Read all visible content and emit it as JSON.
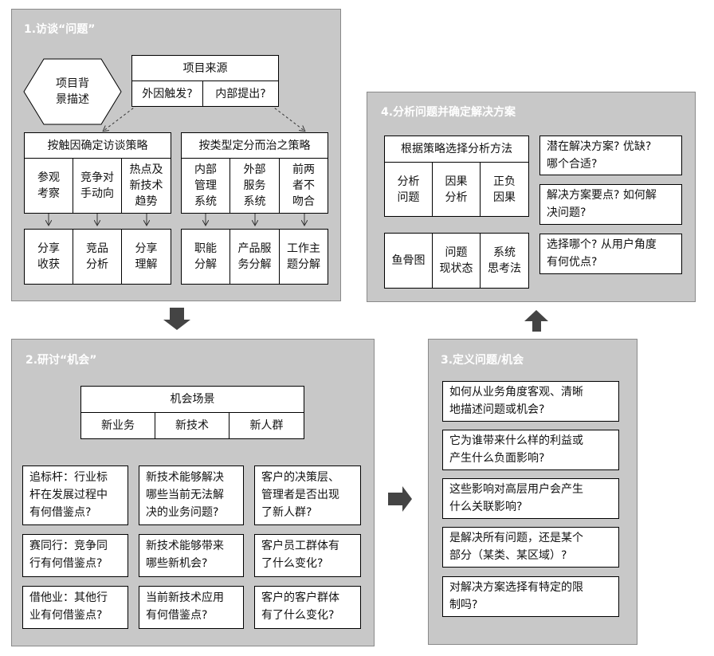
{
  "panel1": {
    "title": "1.访谈“问题”",
    "hexagon": "项目背\n景描述",
    "source": {
      "title": "项目来源",
      "left": "外因触发?",
      "right": "内部提出?"
    },
    "strategy_left": {
      "title": "按触因确定访谈策略",
      "cols": [
        "参观\n考察",
        "竞争对\n手动向",
        "热点及\n新技术\n趋势"
      ],
      "outs": [
        "分享\n收获",
        "竞品\n分析",
        "分享\n理解"
      ]
    },
    "strategy_right": {
      "title": "按类型定分而治之策略",
      "cols": [
        "内部\n管理\n系统",
        "外部\n服务\n系统",
        "前两\n者不\n吻合"
      ],
      "outs": [
        "职能\n分解",
        "产品服\n务分解",
        "工作主\n题分解"
      ]
    }
  },
  "panel2": {
    "title": "2.研讨“机会”",
    "scene": {
      "title": "机会场景",
      "cols": [
        "新业务",
        "新技术",
        "新人群"
      ]
    },
    "col1": [
      "追标杆：行业标\n杆在发展过程中\n有何借鉴点?",
      "赛同行：竞争同\n行有何借鉴点?",
      "借他业：其他行\n业有何借鉴点?"
    ],
    "col2": [
      "新技术能够解决\n哪些当前无法解\n决的业务问题?",
      "新技术能够带来\n哪些新机会?",
      "当前新技术应用\n有何借鉴点?"
    ],
    "col3": [
      "客户的决策层、\n管理者是否出现\n了新人群?",
      "客户员工群体有\n了什么变化?",
      "客户的客户群体\n有了什么变化?"
    ]
  },
  "panel3": {
    "title": "3.定义问题/机会",
    "items": [
      "如何从业务角度客观、清晰\n地描述问题或机会?",
      "它为谁带来什么样的利益或\n产生什么负面影响?",
      "这些影响对高层用户会产生\n什么关联影响?",
      "是解决所有问题，还是某个\n部分（某类、某区域）?",
      "对解决方案选择有特定的限\n制吗?"
    ]
  },
  "panel4": {
    "title": "4.分析问题并确定解决方案",
    "method": {
      "title": "根据策略选择分析方法",
      "cols": [
        "分析\n问题",
        "因果\n分析",
        "正负\n因果"
      ],
      "outs": [
        "鱼骨图",
        "问题\n现状态",
        "系统\n思考法"
      ]
    },
    "questions": [
      "潜在解决方案? 优缺?\n哪个合适?",
      "解决方案要点? 如何解\n决问题?",
      "选择哪个? 从用户角度\n有何优点?"
    ]
  },
  "colors": {
    "panel": "#c8c8c8",
    "arrow": "#444444",
    "box": "#ffffff"
  }
}
